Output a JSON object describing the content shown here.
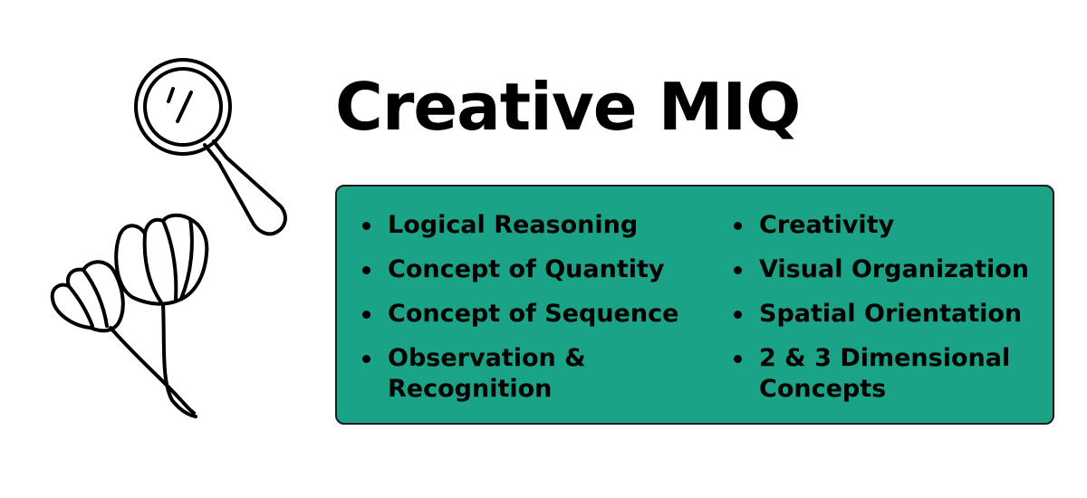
{
  "title": "Creative MIQ",
  "colors": {
    "background": "#ffffff",
    "card": "#1aa387",
    "text": "#000000"
  },
  "icons": [
    "magnifying-glass-icon",
    "flower-icon"
  ],
  "skills": {
    "left": [
      "Logical Reasoning",
      "Concept of Quantity",
      "Concept of Sequence",
      "Observation &\nRecognition"
    ],
    "right": [
      "Creativity",
      "Visual Organization",
      "Spatial Orientation",
      "2 & 3 Dimensional\nConcepts"
    ]
  }
}
